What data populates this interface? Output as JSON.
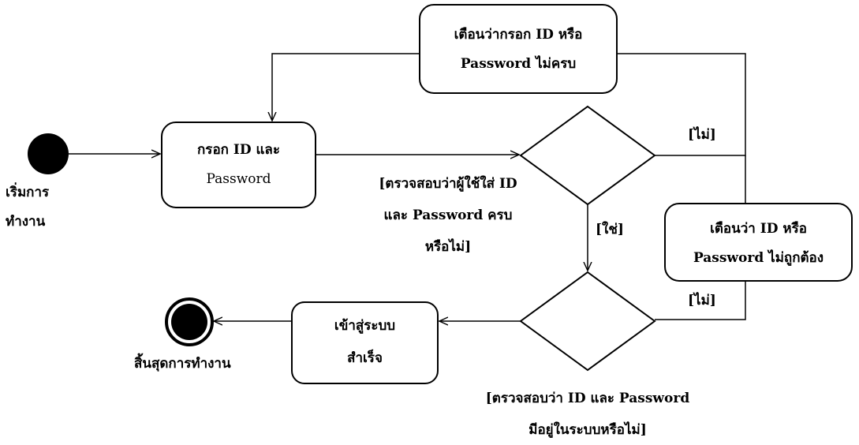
{
  "start": {
    "label": [
      "เริ่มการ",
      "ทำงาน"
    ]
  },
  "end": {
    "label": "สิ้นสุดการทำงาน"
  },
  "nodes": {
    "enter_credentials": [
      "กรอก ID และ",
      "Password"
    ],
    "warn_incomplete": [
      "เตือนว่ากรอก ID หรือ",
      "Password ไม่ครบ"
    ],
    "warn_invalid": [
      "เตือนว่า ID หรือ",
      "Password ไม่ถูกต้อง"
    ],
    "login_success": [
      "เข้าสู่ระบบ",
      "สำเร็จ"
    ]
  },
  "decisions": {
    "check_complete": [
      "[ตรวจสอบว่าผู้ใช้ใส่ ID",
      "และ Password ครบ",
      "หรือไม่]"
    ],
    "check_exists": [
      "[ตรวจสอบว่า ID และ Password",
      "มีอยู่ในระบบหรือไม่]"
    ]
  },
  "guards": {
    "no_top": "[ไม่]",
    "yes": "[ใช่]",
    "no_bottom": "[ไม่]"
  },
  "colors": {
    "stroke": "#000000",
    "background": "#ffffff"
  }
}
